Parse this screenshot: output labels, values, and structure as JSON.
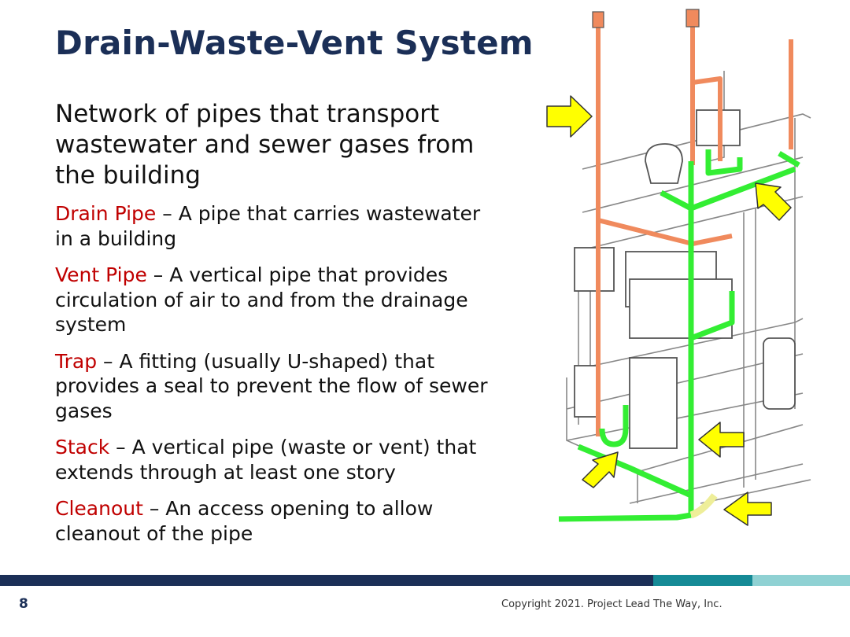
{
  "title": "Drain-Waste-Vent System",
  "intro": "Network of pipes that transport wastewater and sewer gases from the building",
  "definitions": [
    {
      "term": "Drain Pipe",
      "text": " – A pipe that carries wastewater in a building"
    },
    {
      "term": "Vent Pipe",
      "text": " – A vertical pipe that provides circulation of air to and from the drainage system"
    },
    {
      "term": "Trap",
      "text": " – A fitting (usually U-shaped) that provides a seal  to prevent the flow of sewer gases"
    },
    {
      "term": "Stack",
      "text": " – A vertical pipe (waste or vent) that extends through at least one story"
    },
    {
      "term": "Cleanout",
      "text": " – An access opening to allow cleanout of the pipe"
    }
  ],
  "footer": {
    "page_number": "8",
    "copyright": "Copyright 2021. Project Lead The Way, Inc."
  },
  "colors": {
    "title": "#1b2f57",
    "term": "#c00000",
    "vent_pipe": "#f08a5d",
    "drain_pipe": "#33ee33",
    "arrow": "#ffff00",
    "bar_dark": "#1b2f57",
    "bar_teal": "#158a96",
    "bar_light": "#8fd1d3"
  }
}
